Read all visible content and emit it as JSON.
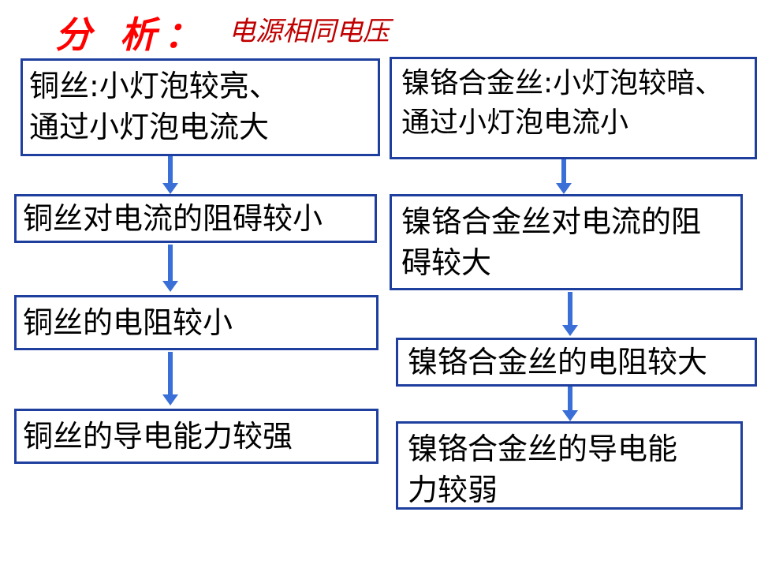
{
  "heading": "分 析：",
  "subheading": "电源相同电压",
  "left_column": {
    "box1": "铜丝:小灯泡较亮、\n通过小灯泡电流大",
    "box2": "铜丝对电流的阻碍较小",
    "box3": "铜丝的电阻较小",
    "box4": "铜丝的导电能力较强"
  },
  "right_column": {
    "box1": "镍铬合金丝:小灯泡较暗、\n通过小灯泡电流小",
    "box2": "镍铬合金丝对电流的阻\n碍较大",
    "box3": "镍铬合金丝的电阻较大",
    "box4": "镍铬合金丝的导电能\n力较弱"
  },
  "colors": {
    "heading": "#ff0000",
    "subheading": "#c00000",
    "box_border": "#1f3f9f",
    "arrow": "#3a6fd8"
  }
}
